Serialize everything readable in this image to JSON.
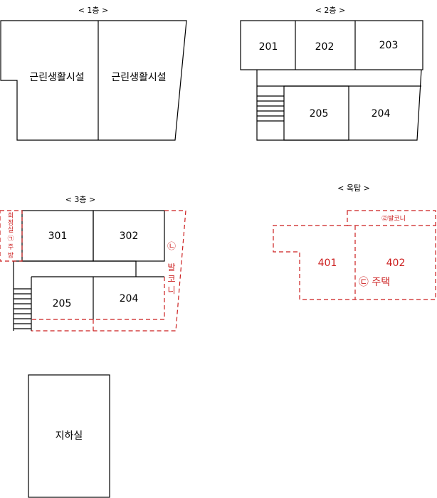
{
  "colors": {
    "line": "#000000",
    "annex": "#cc1f1f"
  },
  "floor1": {
    "title": "< 1층 >",
    "left_room": "근린생활시설",
    "right_room": "근린생활시설"
  },
  "floor2": {
    "title": "< 2층 >",
    "rooms": [
      "201",
      "202",
      "203",
      "205",
      "204"
    ]
  },
  "floor3": {
    "title": "< 3층 >",
    "rooms": [
      "301",
      "302",
      "205",
      "204"
    ],
    "left_annex": [
      "회",
      "정",
      "실",
      "㉠",
      "주",
      "방"
    ],
    "right_annex": [
      "㉡",
      "발",
      "코",
      "니"
    ]
  },
  "rooftop": {
    "title": "< 옥탑 >",
    "balcony": "㉣발코니",
    "rooms": [
      "401",
      "402"
    ],
    "house": "㉢ 주택"
  },
  "basement": {
    "label": "지하실"
  }
}
